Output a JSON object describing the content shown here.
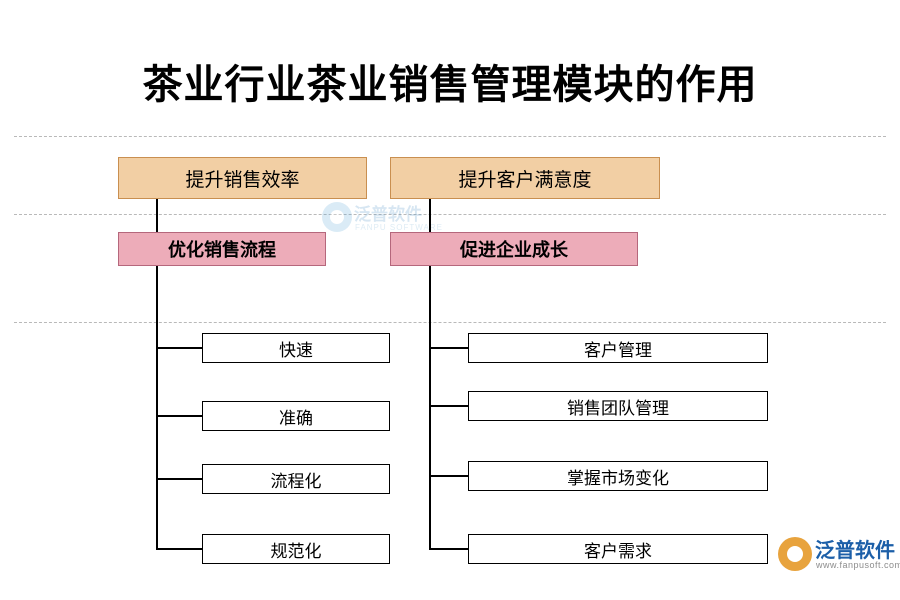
{
  "page": {
    "title": "茶业行业茶业销售管理模块的作用"
  },
  "watermark": {
    "brand": "泛普软件",
    "brand_sub": "FANPU SOFTWARE"
  },
  "logo": {
    "brand": "泛普软件",
    "brand_sub": "www.fanpusoft.com"
  },
  "diagram": {
    "type": "org-tree",
    "branches": [
      {
        "level1": "提升销售效率",
        "level2": "优化销售流程",
        "leaves": [
          "快速",
          "准确",
          "流程化",
          "规范化"
        ]
      },
      {
        "level1": "提升客户满意度",
        "level2": "促进企业成长",
        "leaves": [
          "客户管理",
          "销售团队管理",
          "掌握市场变化",
          "客户需求"
        ]
      }
    ]
  },
  "colors": {
    "level1_fill": "#f2cfa4",
    "level1_border": "#c98f50",
    "level2_fill": "#edacb9",
    "level2_border": "#b5677c",
    "leaf_fill": "#ffffff",
    "leaf_border": "#000000",
    "rule": "#b9b9b9",
    "logo_blue": "#1c5fa8",
    "logo_orange": "#e8a33d"
  }
}
